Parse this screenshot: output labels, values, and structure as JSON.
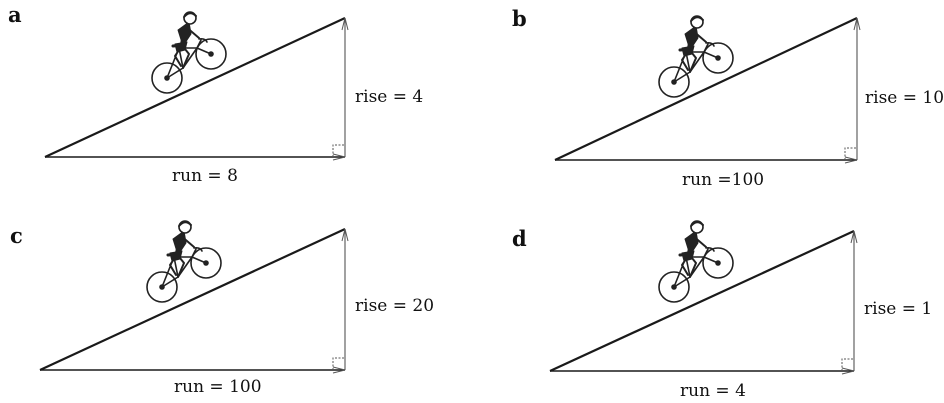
{
  "panels": [
    {
      "id": "a",
      "letter": "a",
      "rise_label": "rise = 4",
      "run_label": "run = 8"
    },
    {
      "id": "b",
      "letter": "b",
      "rise_label": "rise = 10",
      "run_label": "run =100"
    },
    {
      "id": "c",
      "letter": "c",
      "rise_label": "rise = 20",
      "run_label": "run = 100"
    },
    {
      "id": "d",
      "letter": "d",
      "rise_label": "rise = 1",
      "run_label": "run = 4"
    }
  ],
  "colors": {
    "line": "#1a1a1a",
    "arrow": "#555555",
    "rider": "#222222"
  },
  "icons": {
    "rider": "cyclist-icon"
  }
}
